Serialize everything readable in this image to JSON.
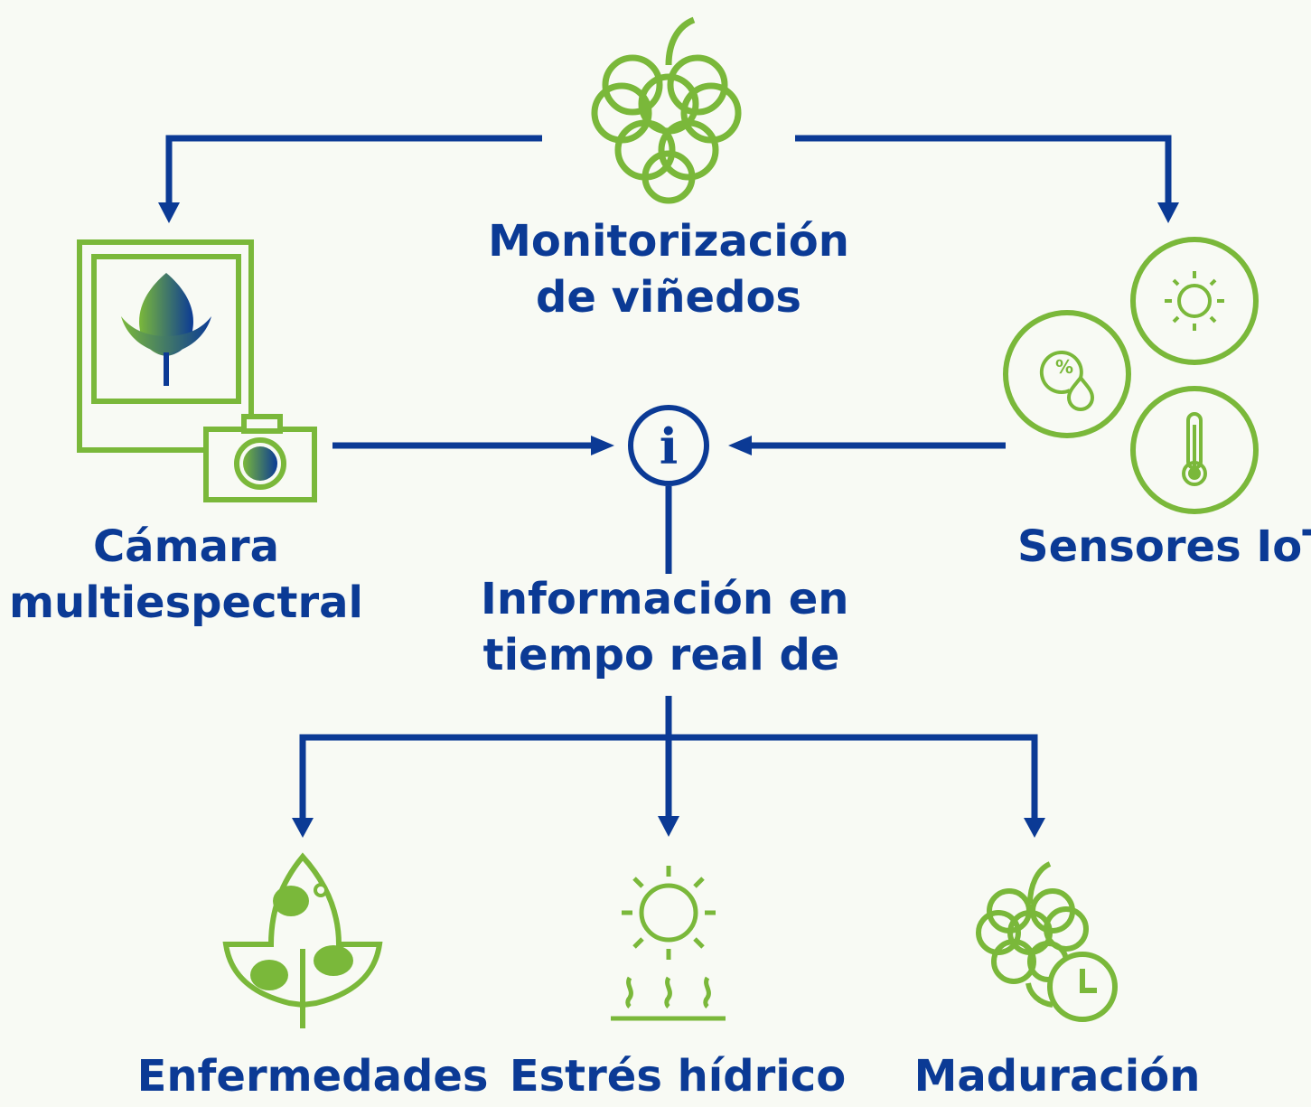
{
  "colors": {
    "accent_green": "#7ab83a",
    "flow_blue": "#0b3a95",
    "background": "#f8faf4"
  },
  "top": {
    "icon": "grapes-icon",
    "line1": "Monitorización",
    "line2": "de viñedos"
  },
  "left": {
    "icon": "multispectral-camera-icon",
    "line1": "Cámara",
    "line2": "multiespectral"
  },
  "right": {
    "icons": [
      "sun-icon",
      "humidity-icon",
      "thermometer-icon"
    ],
    "label": "Sensores IoT"
  },
  "center": {
    "icon": "info-icon",
    "glyph": "i",
    "line1": "Información en",
    "line2": "tiempo real de"
  },
  "outputs": [
    {
      "icon": "diseased-leaf-icon",
      "label": "Enfermedades"
    },
    {
      "icon": "sun-heat-icon",
      "label": "Estrés hídrico"
    },
    {
      "icon": "grape-clock-icon",
      "label": "Maduración"
    }
  ],
  "sensor_glyphs": {
    "percent": "%"
  }
}
